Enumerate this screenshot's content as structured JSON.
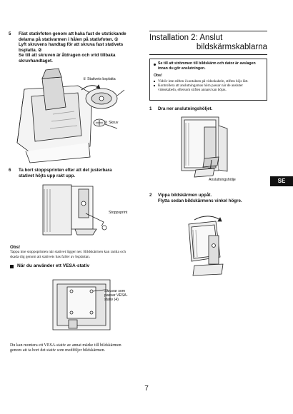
{
  "step5": {
    "number": "5",
    "lines": [
      "Fäst stativfoten genom att haka fast de utstickande",
      "delarna på stativarmen i hålen på stativfoten. ①",
      "Lyft skruvens handtag för att skruva fast stativets",
      "bsplatta. ②",
      "Se till att skruven är åtdragen och vrid tillbaka",
      "skruvhandtaget."
    ],
    "label_base": "① Stativets bsplatta",
    "label_screw": "② Skruv"
  },
  "step6": {
    "number": "6",
    "lines": [
      "Ta bort stoppsprinten efter att det justerbara",
      "stativet höjts upp rakt upp."
    ],
    "label_pin": "Stoppsprint"
  },
  "note_left": {
    "heading": "Obs!",
    "lines": [
      "Tappa inte stoppsprinten när stativet ligger ner. Bildskärmen kan ramla och",
      "skada dig genom att stativets bas faller av bsplattan."
    ]
  },
  "vesa": {
    "heading": "När du använder ett VESA-stativ",
    "label_lines": [
      "Skruvar som",
      "passar VESA-",
      "stativ (4)"
    ],
    "body_lines": [
      "Du kan montera ett VESA-stativ av annat märke till bildskärmen",
      "genom att ta bort det stativ som medföljer bildskärmen."
    ]
  },
  "section": {
    "title_line1": "Installation 2: Anslut",
    "title_line2": "bildskärmskablarna"
  },
  "notice_box": {
    "bullet_lines": [
      "Se till att strömmen till bildskärm och dator är avslagen",
      "innan du gör anslutningen."
    ],
    "heading": "Obs!",
    "items": [
      [
        "Vidrör inte stiften i kontakten på videokabeln, stiften böjs lätt."
      ],
      [
        "Kontrollera att anslutningarnas hörn passar när de ansluter",
        "videokabeln, eftersom stiften annars kan böjas."
      ]
    ]
  },
  "step1": {
    "number": "1",
    "text": "Dra ner anslutningshöljet.",
    "label": "Anslutningshölje"
  },
  "step2": {
    "number": "2",
    "lines": [
      "Vippa bildskärmen uppåt.",
      "Flytta sedan bildskärmens vinkel högre."
    ]
  },
  "side_tab": "SE",
  "page_number": "7",
  "colors": {
    "tab_bg": "#111111",
    "tab_fg": "#ffffff",
    "ink": "#111111"
  }
}
